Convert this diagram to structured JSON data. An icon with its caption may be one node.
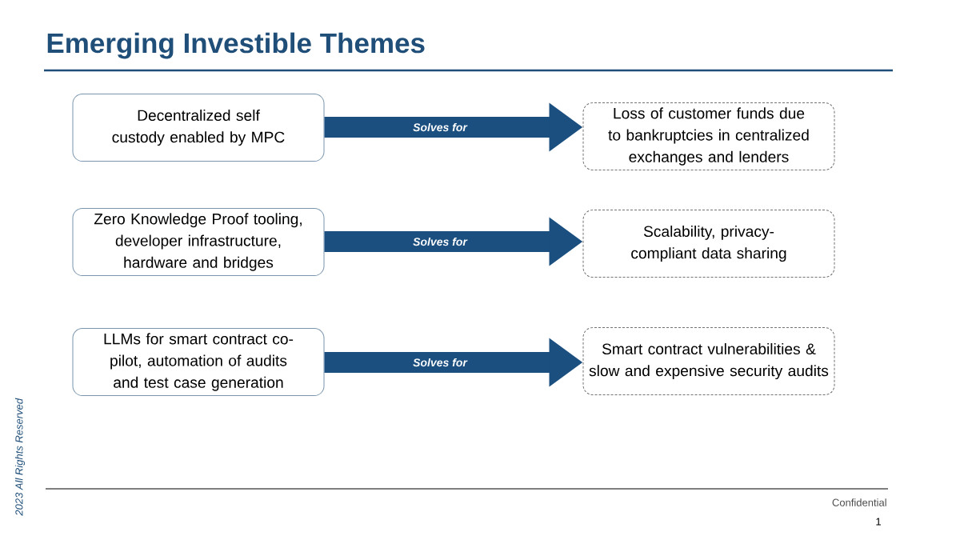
{
  "diagram": {
    "title": "Emerging Investible Themes",
    "nodes": [
      {
        "text": [
          "Decentralized self custody enabled by MPC"
        ]
      },
      {
        "text": [
          "Loss of customer funds due to bankruptcies in centralized exchanges and lenders"
        ]
      },
      {
        "text": [
          "Zero Knowledge Proof tooling, developer infrastructure, hardware and bridges"
        ]
      },
      {
        "text": [
          "Scalability, privacy-compliant data sharing"
        ]
      },
      {
        "text": [
          "LLMs for smart contract co-pilot, automation of audits and test case generation"
        ]
      },
      {
        "text": [
          "Smart contract vulnerabilities & slow and expensive security audits"
        ]
      }
    ],
    "edges": [
      {
        "from": 0,
        "to": 1,
        "arrow": "to",
        "label": "Solves for"
      },
      {
        "from": 2,
        "to": 3,
        "arrow": "to",
        "label": "Solves for"
      },
      {
        "from": 4,
        "to": 5,
        "arrow": "to",
        "label": "Solves for"
      }
    ],
    "labels": [
      "2023 All Rights Reserved",
      "Confidential",
      "1"
    ]
  }
}
